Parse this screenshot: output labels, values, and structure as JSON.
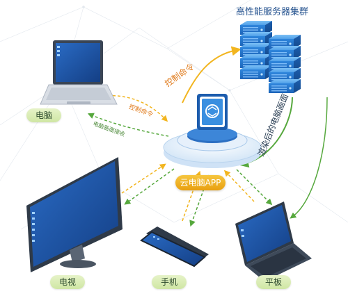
{
  "server_cluster_label": "高性能服务器集群",
  "app_label": "云电脑APP",
  "devices": {
    "computer": "电脑",
    "tv": "电视",
    "phone": "手机",
    "tablet": "平板"
  },
  "flows": {
    "control_command_main": "控制命令",
    "control_command_small": "控制命令",
    "rendered_screen": "渲染后的电脑画面",
    "screen_receive": "电脑画面接收"
  },
  "colors": {
    "server_blue": "#2f7fd6",
    "control_flow": "#f2b51f",
    "screen_flow": "#56a83d",
    "device_dark": "#3a4555",
    "screen_blue": "#1c4f9c",
    "app_gold": "#eeb02a"
  }
}
